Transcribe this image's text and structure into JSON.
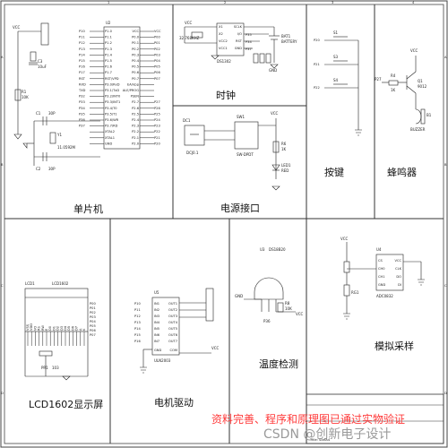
{
  "sections": {
    "mcu": "单片机",
    "clock": "时钟",
    "power": "电源接口",
    "keys": "按键",
    "buzzer": "蜂鸣器",
    "lcd": "LCD1602显示屏",
    "motor": "电机驱动",
    "temp": "温度检测",
    "adc": "模拟采样"
  },
  "border": {
    "cols_top": [
      "1",
      "2",
      "3",
      "4"
    ],
    "cols_bottom": [
      "1",
      "2",
      "3",
      "4"
    ],
    "rows_left": [
      "A",
      "B",
      "C",
      "D"
    ],
    "rows_right": [
      "A",
      "B",
      "C",
      "D"
    ]
  },
  "components": {
    "mcu_chip": "U2",
    "crystal": "Y1",
    "crystal_freq": "11.0592M",
    "cap_c1": "C1",
    "cap_c2": "C2",
    "cap_c3": "C3",
    "cap_val_30p": "30P",
    "cap_val_10u": "10uF",
    "res_r1": "R1",
    "res_r1_val": "10K",
    "rtc_chip": "DS1302",
    "rtc_crystal": "32.768KHZ",
    "battery": "BATTERY",
    "bat1": "BAT1",
    "dc_jack": "DC1",
    "dc_type": "DCJ0.1",
    "switch": "SW1",
    "switch_type": "SW-DPDT",
    "led": "LED1",
    "led_color": "RED",
    "res_r6": "R6",
    "res_r6_val": "1K",
    "key_s1": "S1",
    "key_s3": "S3",
    "key_s4": "S4",
    "q1": "Q1",
    "q1_type": "9012",
    "res_r4": "R4",
    "res_r4_val": "1K",
    "buzzer_b1": "B1",
    "buzzer_name": "BUZZER",
    "lcd_ref": "LCD1",
    "lcd_type": "LCD1602",
    "pot": "PR1",
    "pot_val": "103",
    "driver_u5": "U5",
    "driver_type": "ULN2003",
    "temp_u3": "U3",
    "temp_type": "DS18B20",
    "temp_res": "R8",
    "temp_res_val": "10K",
    "adc_u4": "U4",
    "adc_type": "ADC0832",
    "rg1": "RG1",
    "vcc": "VCC",
    "gnd": "GND"
  },
  "mcu_pins_left": [
    "P1.0",
    "P1.1",
    "P1.2",
    "P1.3",
    "P1.4",
    "P1.5",
    "P1.6",
    "P1.7",
    "RST/VPD",
    "P3.0/RxD",
    "P3.1/TxD",
    "P3.2/INT0",
    "P3.3/INT1",
    "P3.4/T0",
    "P3.5/T1",
    "P3.6/WR",
    "P3.7/RD",
    "XTAL2",
    "XTAL1",
    "GND"
  ],
  "mcu_pins_right": [
    "VCC",
    "P0.0",
    "P0.1",
    "P0.2",
    "P0.3",
    "P0.4",
    "P0.5",
    "P0.6",
    "P0.7",
    "EA/Vpp",
    "ALE/PROG",
    "PSEN",
    "P2.7",
    "P2.6",
    "P2.5",
    "P2.4",
    "P2.3",
    "P2.2",
    "P2.1",
    "P2.0"
  ],
  "mcu_net_left": [
    "P10",
    "P11",
    "P12",
    "P13",
    "P14",
    "P15",
    "P16",
    "P17",
    "RST",
    "RXD",
    "TXD",
    "P32",
    "P33",
    "P34",
    "P35",
    "P36",
    "P37",
    "",
    "",
    ""
  ],
  "mcu_net_right": [
    "VCC",
    "P00",
    "P01",
    "P02",
    "P03",
    "P04",
    "P05",
    "P06",
    "P07",
    "",
    "",
    "",
    "P27",
    "P26",
    "P25",
    "P24",
    "P23",
    "P22",
    "P21",
    "P20"
  ],
  "rtc_pins": [
    "X1",
    "X2",
    "VCC2",
    "VCC1",
    "SCLK",
    "I/O",
    "RST",
    "GND"
  ],
  "rtc_nets": [
    "P35",
    "P34",
    "P37"
  ],
  "key_nets": [
    "P20",
    "P21",
    "P22"
  ],
  "buzzer_net": "P27",
  "motor_nets_in": [
    "P10",
    "P11",
    "P12",
    "P13",
    "P14",
    "P15",
    "P16"
  ],
  "motor_pins_in": [
    "IN1",
    "IN2",
    "IN3",
    "IN4",
    "IN5",
    "IN6",
    "IN7"
  ],
  "motor_pins_out": [
    "OUT1",
    "OUT2",
    "OUT3",
    "OUT4",
    "OUT5",
    "OUT6",
    "OUT7"
  ],
  "motor_misc": [
    "GND",
    "COM"
  ],
  "temp_net": "P36",
  "adc_pins_left": [
    "CS",
    "CH0",
    "CH1",
    "GND"
  ],
  "adc_pins_right": [
    "VCC",
    "CLK",
    "DO",
    "DI"
  ],
  "lcd_pins": [
    "VSS",
    "VDD",
    "VO",
    "RS",
    "RW",
    "E",
    "D0",
    "D1",
    "D2",
    "D3",
    "D4",
    "D5",
    "D6",
    "D7",
    "A",
    "K"
  ],
  "lcd_nets": [
    "P00",
    "P01",
    "P02",
    "P03",
    "P04",
    "P05",
    "P06",
    "P07"
  ],
  "watermark": {
    "line1": "资料完善、程序和原理图已通过实物验证",
    "line2": "CSDN @创新电子设计"
  },
  "title_block": "Title: SizeA4"
}
